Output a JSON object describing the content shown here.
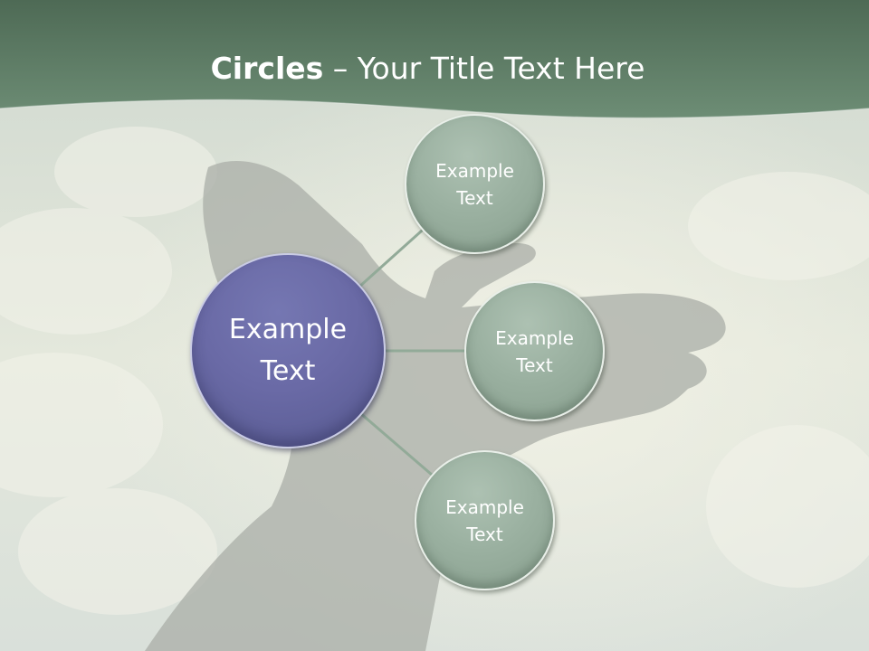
{
  "title": {
    "bold": "Circles",
    "rest": " – Your Title Text Here"
  },
  "diagram": {
    "center": {
      "label": "Example\nText"
    },
    "nodes": [
      {
        "label": "Example\nText"
      },
      {
        "label": "Example\nText"
      },
      {
        "label": "Example\nText"
      }
    ]
  },
  "colors": {
    "header_band": "#5f7e68",
    "center_fill": "#6a6aa6",
    "node_fill": "#9bb1a1",
    "connector": "#92aa98"
  }
}
